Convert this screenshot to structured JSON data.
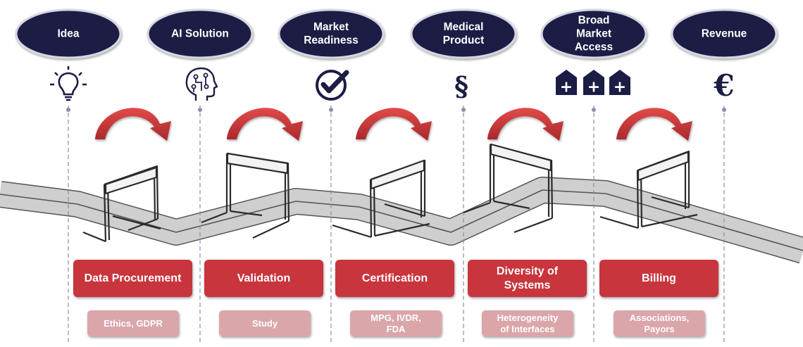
{
  "stages": [
    {
      "lines": [
        "Idea"
      ]
    },
    {
      "lines": [
        "AI Solution"
      ]
    },
    {
      "lines": [
        "Market",
        "Readiness"
      ]
    },
    {
      "lines": [
        "Medical",
        "Product"
      ]
    },
    {
      "lines": [
        "Broad",
        "Market",
        "Access"
      ]
    },
    {
      "lines": [
        "Revenue"
      ]
    }
  ],
  "icons": [
    "lightbulb-icon",
    "ai-head-icon",
    "checkmark-icon",
    "paragraph-icon",
    "hospital-icon",
    "euro-icon"
  ],
  "hurdles": [
    {
      "lines": [
        "Data Procurement"
      ],
      "sub": [
        "Ethics, GDPR"
      ]
    },
    {
      "lines": [
        "Validation"
      ],
      "sub": [
        "Study"
      ]
    },
    {
      "lines": [
        "Certification"
      ],
      "sub": [
        "MPG, IVDR,",
        "FDA"
      ]
    },
    {
      "lines": [
        "Diversity of",
        "Systems"
      ],
      "sub": [
        "Heterogeneity",
        "of Interfaces"
      ]
    },
    {
      "lines": [
        "Billing"
      ],
      "sub": [
        "Associations,",
        "Payors"
      ]
    }
  ],
  "glyphs": {
    "paragraph": "§",
    "euro": "€",
    "plus": "+"
  },
  "colors": {
    "navy": "#1c1d45",
    "red": "#c8363d",
    "pink": "#dba6aa",
    "arrow": "#d2393b",
    "road": "#cccccc"
  }
}
